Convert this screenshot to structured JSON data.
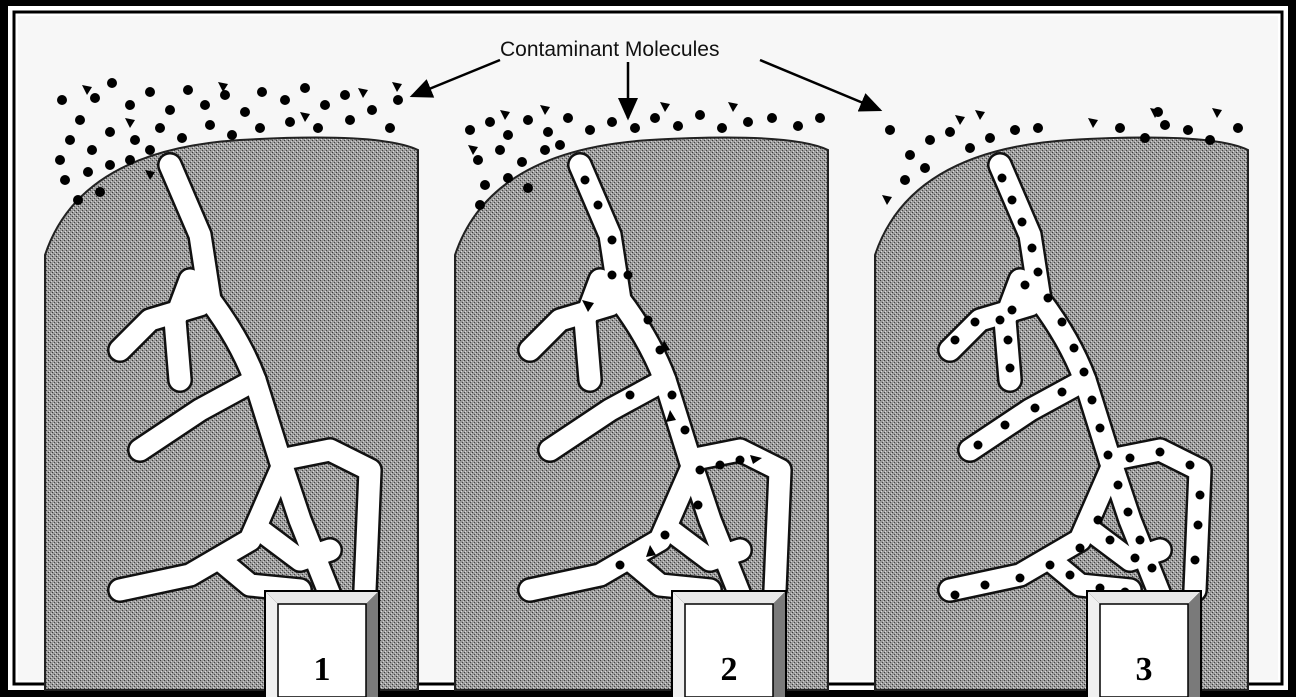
{
  "figure": {
    "caption": "Contaminant Molecules",
    "panels": [
      {
        "label": "1"
      },
      {
        "label": "2"
      },
      {
        "label": "3"
      }
    ]
  }
}
